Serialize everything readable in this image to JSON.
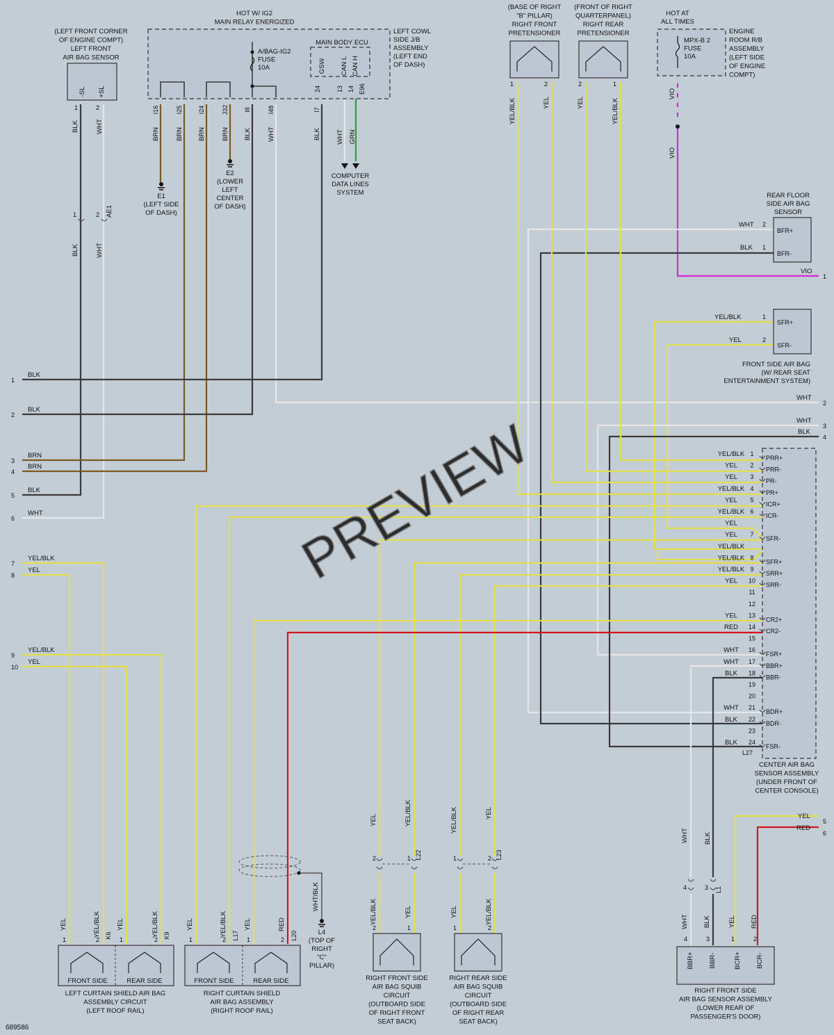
{
  "watermark": "PREVIEW",
  "diagram_id": "689586",
  "colors": {
    "background": "#c3cdd6",
    "BLK": "#3a3a3a",
    "WHT": "#e6e6e6",
    "BRN": "#7a5a20",
    "YEL": "#e2e04a",
    "RED": "#d8141c",
    "GRN": "#2e9e3a",
    "VIO": "#d42ad4",
    "box_stroke": "#333333"
  },
  "components": {
    "left_front_sensor": {
      "title": [
        "(LEFT FRONT CORNER",
        "OF ENGINE COMPT)",
        "LEFT FRONT",
        "AIR BAG SENSOR"
      ],
      "pins": [
        "-SL",
        "+SL"
      ],
      "pin_numbers": [
        "1",
        "2"
      ],
      "wires": [
        "BLK",
        "WHT"
      ]
    },
    "relay_box": {
      "title": [
        "HOT W/ IG2",
        "MAIN RELAY ENERGIZED"
      ],
      "fuse": [
        "A/BAG-IG2",
        "FUSE",
        "10A"
      ],
      "side_label": [
        "LEFT COWL",
        "SIDE J/B",
        "ASSEMBLY",
        "(LEFT END",
        "OF DASH)"
      ],
      "terminals": [
        "I16",
        "I25",
        "I24",
        "J32",
        "I8",
        "I48",
        "I7"
      ],
      "wires": [
        "BRN",
        "BRN",
        "BRN",
        "BRN",
        "BLK",
        "WHT",
        "BLK"
      ],
      "ecu_title": "MAIN BODY ECU",
      "ecu_pins": [
        "GSW",
        "CAN L",
        "CAN H"
      ],
      "ecu_pin_numbers": [
        "24",
        "13",
        "14"
      ],
      "ecu_connector": "E96",
      "ecu_wires": [
        "WHT",
        "GRN"
      ]
    },
    "grounds": {
      "e1": [
        "E1",
        "(LEFT SIDE",
        "OF DASH)"
      ],
      "e2": [
        "E2",
        "(LOWER",
        "LEFT",
        "CENTER",
        "OF DASH)"
      ],
      "l4": [
        "L4",
        "(TOP OF",
        "RIGHT",
        "\"C\"",
        "PILLAR)"
      ]
    },
    "computer_data": [
      "COMPUTER",
      "DATA LINES",
      "SYSTEM"
    ],
    "ae1": {
      "label": "AE1",
      "pins": [
        "1",
        "2"
      ],
      "wires": [
        "BLK",
        "WHT"
      ]
    },
    "right_front_pretensioner": {
      "title": [
        "(BASE OF RIGHT",
        "\"B\" PILLAR)",
        "RIGHT FRONT",
        "PRETENSIONER"
      ],
      "pins": [
        "1",
        "2"
      ],
      "wires": [
        "YEL/BLK",
        "YEL"
      ]
    },
    "right_rear_pretensioner": {
      "title": [
        "(FRONT OF RIGHT",
        "QUARTERPANEL)",
        "RIGHT REAR",
        "PRETENSIONER"
      ],
      "pins": [
        "2",
        "1"
      ],
      "wires": [
        "YEL",
        "YEL/BLK"
      ]
    },
    "engine_room_fuse": {
      "hot": [
        "HOT AT",
        "ALL TIMES"
      ],
      "fuse": [
        "MPX-B 2",
        "FUSE",
        "10A"
      ],
      "label": [
        "ENGINE",
        "ROOM R/B",
        "ASSEMBLY",
        "(LEFT SIDE",
        "OF ENGINE",
        "COMPT)"
      ],
      "wire": "VIO"
    },
    "rear_floor_sensor": {
      "title": [
        "REAR FLOOR",
        "SIDE AIR BAG",
        "SENSOR"
      ],
      "pins": [
        "BFR+",
        "BFR-"
      ],
      "pin_numbers": [
        "2",
        "1"
      ],
      "wires": [
        "WHT",
        "BLK"
      ]
    },
    "front_side_airbag": {
      "title": [
        "FRONT SIDE AIR BAG",
        "(W/ REAR SEAT",
        "ENTERTAINMENT SYSTEM)"
      ],
      "pins": [
        "SFR+",
        "SFR-"
      ],
      "pin_numbers": [
        "1",
        "2"
      ],
      "wires": [
        "YEL/BLK",
        "YEL"
      ]
    },
    "center_sensor": {
      "title": [
        "CENTER AIR BAG",
        "SENSOR ASSEMBLY",
        "(UNDER FRONT OF",
        "CENTER CONSOLE)"
      ],
      "connector": "L27",
      "rows": [
        {
          "n": "1",
          "wire": "YEL/BLK",
          "pin": "PRR+"
        },
        {
          "n": "2",
          "wire": "YEL",
          "pin": "PRR-"
        },
        {
          "n": "3",
          "wire": "YEL",
          "pin": "PR-"
        },
        {
          "n": "4",
          "wire": "YEL/BLK",
          "pin": "PR+"
        },
        {
          "n": "5",
          "wire": "YEL",
          "pin": "ICR+"
        },
        {
          "n": "6",
          "wire": "YEL/BLK",
          "pin": "ICR-"
        },
        {
          "n": "",
          "wire": "YEL",
          "pin": ""
        },
        {
          "n": "7",
          "wire": "YEL",
          "pin": "SFR-"
        },
        {
          "n": "",
          "wire": "YEL/BLK",
          "pin": ""
        },
        {
          "n": "8",
          "wire": "YEL/BLK",
          "pin": "SFR+"
        },
        {
          "n": "9",
          "wire": "YEL/BLK",
          "pin": "SRR+"
        },
        {
          "n": "10",
          "wire": "YEL",
          "pin": "SRR-"
        },
        {
          "n": "11",
          "wire": "",
          "pin": ""
        },
        {
          "n": "12",
          "wire": "",
          "pin": ""
        },
        {
          "n": "13",
          "wire": "YEL",
          "pin": "CR2+"
        },
        {
          "n": "14",
          "wire": "RED",
          "pin": "CR2-"
        },
        {
          "n": "15",
          "wire": "",
          "pin": ""
        },
        {
          "n": "16",
          "wire": "WHT",
          "pin": "FSR+"
        },
        {
          "n": "17",
          "wire": "WHT",
          "pin": "BBR+"
        },
        {
          "n": "18",
          "wire": "BLK",
          "pin": "BBR-"
        },
        {
          "n": "19",
          "wire": "",
          "pin": ""
        },
        {
          "n": "20",
          "wire": "",
          "pin": ""
        },
        {
          "n": "21",
          "wire": "WHT",
          "pin": "BDR+"
        },
        {
          "n": "22",
          "wire": "BLK",
          "pin": "BDR-"
        },
        {
          "n": "23",
          "wire": "",
          "pin": ""
        },
        {
          "n": "24",
          "wire": "BLK",
          "pin": "FSR-"
        }
      ]
    },
    "left_curtain": {
      "title": [
        "LEFT CURTAIN SHIELD AIR BAG",
        "ASSEMBLY CIRCUIT",
        "(LEFT ROOF RAIL)"
      ],
      "sides": [
        "FRONT SIDE",
        "REAR SIDE"
      ],
      "wires": [
        "YEL",
        "YEL/BLK",
        "YEL",
        "YEL/BLK"
      ],
      "pins": [
        "1",
        "2",
        "1",
        "2"
      ],
      "connectors": [
        "K6",
        "K9"
      ]
    },
    "right_curtain": {
      "title": [
        "RIGHT CURTAIN SHIELD",
        "AIR BAG ASSEMBLY",
        "(RIGHT ROOF RAIL)"
      ],
      "sides": [
        "FRONT SIDE",
        "REAR SIDE"
      ],
      "wires": [
        "YEL",
        "YEL/BLK",
        "YEL",
        "RED"
      ],
      "pins": [
        "1",
        "2",
        "1",
        "2"
      ],
      "connectors": [
        "L17",
        "L20"
      ],
      "ground_wire": "WHT/BLK"
    },
    "right_front_squib": {
      "title": [
        "RIGHT FRONT SIDE",
        "AIR BAG SQUIB",
        "CIRCUIT",
        "(OUTBOARD SIDE",
        "OF RIGHT FRONT",
        "SEAT BACK)"
      ],
      "upper_wires": [
        "YEL",
        "YEL/BLK"
      ],
      "lower_wires": [
        "YEL/BLK",
        "YEL"
      ],
      "pins": [
        "2",
        "1"
      ],
      "connector": "L22"
    },
    "right_rear_squib": {
      "title": [
        "RIGHT REAR SIDE",
        "AIR BAG SQUIB",
        "CIRCUIT",
        "(OUTBOARD SIDE",
        "OF RIGHT REAR",
        "SEAT BACK)"
      ],
      "upper_wires": [
        "YEL/BLK",
        "YEL"
      ],
      "lower_wires": [
        "YEL",
        "YEL/BLK"
      ],
      "pins": [
        "1",
        "2"
      ],
      "connector": "L23"
    },
    "right_front_door_sensor": {
      "title": [
        "RIGHT FRONT SIDE",
        "AIR BAG SENSOR ASSEMBLY",
        "(LOWER REAR OF",
        "PASSENGER'S DOOR)"
      ],
      "pins": [
        "BBR+",
        "BBR-",
        "BCR+",
        "BCR-"
      ],
      "pin_numbers": [
        "4",
        "3",
        "1",
        "2"
      ],
      "wires": [
        "WHT",
        "BLK",
        "YEL",
        "RED"
      ],
      "connector": "L1",
      "upper_wires": [
        "WHT",
        "BLK"
      ],
      "inline_pins": [
        "4",
        "3"
      ]
    }
  },
  "left_edge": [
    {
      "n": "1",
      "wire": "BLK"
    },
    {
      "n": "2",
      "wire": "BLK"
    },
    {
      "n": "3",
      "wire": "BRN"
    },
    {
      "n": "4",
      "wire": "BRN"
    },
    {
      "n": "5",
      "wire": "BLK"
    },
    {
      "n": "6",
      "wire": "WHT"
    },
    {
      "n": "7",
      "wire": "YEL/BLK"
    },
    {
      "n": "8",
      "wire": "YEL"
    },
    {
      "n": "9",
      "wire": "YEL/BLK"
    },
    {
      "n": "10",
      "wire": "YEL"
    }
  ],
  "right_edge": [
    {
      "n": "1",
      "wire": "VIO"
    },
    {
      "n": "2",
      "wire": "WHT"
    },
    {
      "n": "3",
      "wire": "WHT"
    },
    {
      "n": "4",
      "wire": "BLK"
    },
    {
      "n": "5",
      "wire": "YEL"
    },
    {
      "n": "6",
      "wire": "RED"
    }
  ]
}
